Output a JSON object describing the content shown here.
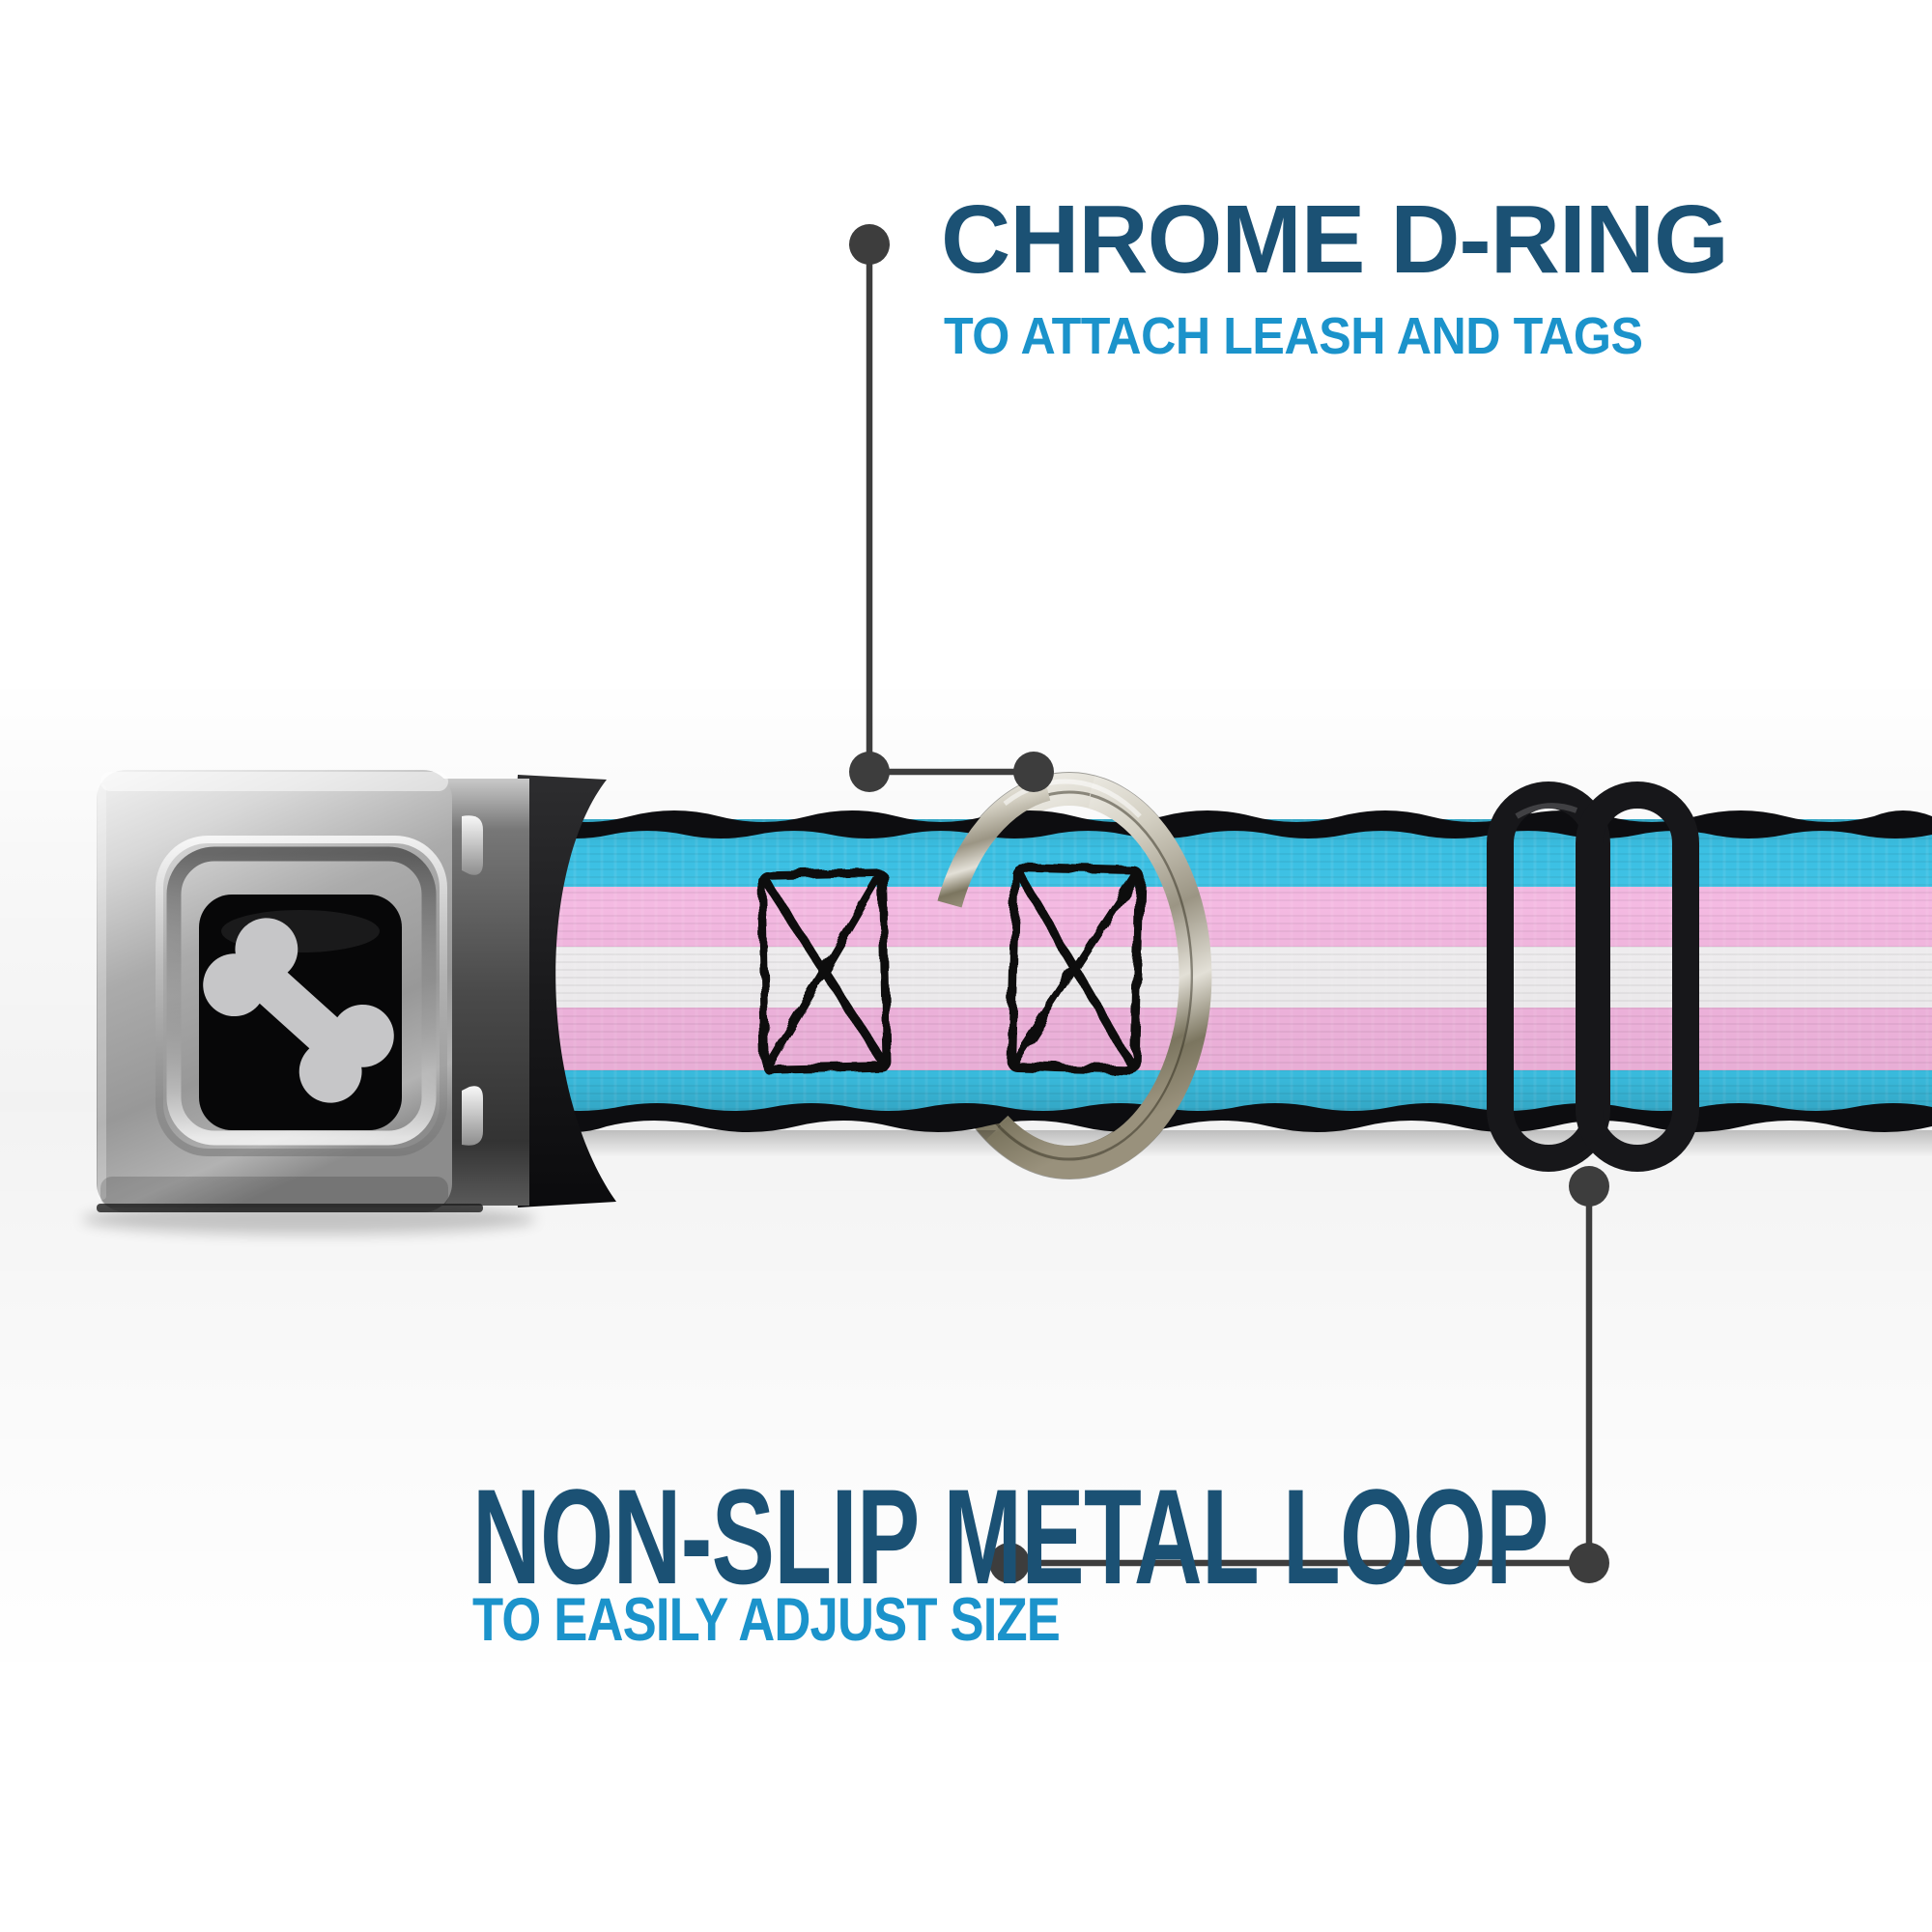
{
  "callouts": {
    "top": {
      "title": "CHROME D-RING",
      "subtitle": "TO ATTACH LEASH AND TAGS"
    },
    "bottom": {
      "title": "NON-SLIP METAL LOOP",
      "subtitle": "TO EASILY ADJUST SIZE"
    }
  },
  "colors": {
    "callout_title": "#1b5174",
    "callout_subtitle": "#1b93cb",
    "callout_line": "#3d3d3d",
    "webbing_blue": "#3cc4e8",
    "webbing_pink": "#f4b7e1",
    "webbing_white": "#f3f1f3",
    "webbing_edge_black": "#0d0d10",
    "stitch_black": "#101010",
    "slider_black": "#17171a",
    "buckle_silver": "#b5b5b5",
    "ring_chrome": "#cfccc0",
    "background": "#ffffff"
  },
  "icons": {
    "bone_icon": "dog-bone",
    "bone_color": "#c6c6c8"
  },
  "webbing_stripes": [
    "black",
    "light-blue",
    "pink",
    "white",
    "pink",
    "light-blue",
    "black"
  ]
}
